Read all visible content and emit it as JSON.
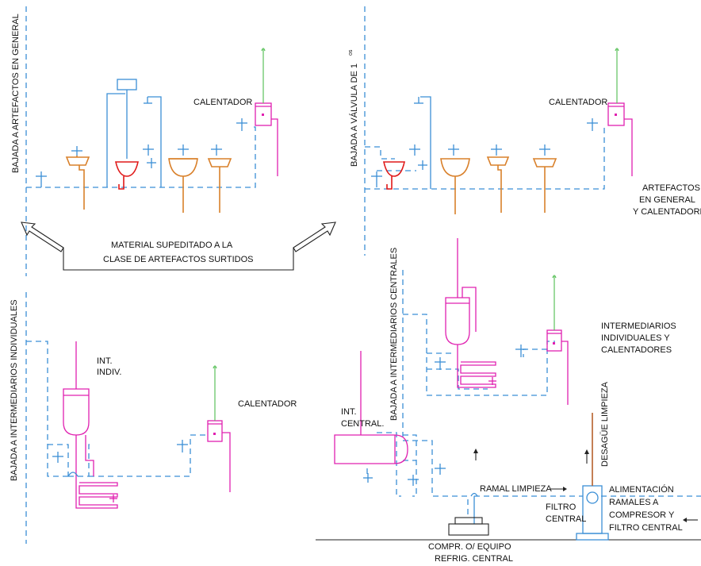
{
  "labels": {
    "bajada_artefactos_general": "BAJADA A ARTEFACTOS EN GENERAL",
    "bajada_valvula": "BAJADA A VÁLVULA DE 1",
    "bajada_valvula_sup": "os",
    "calentador_1": "CALENTADOR",
    "calentador_2": "CALENTADOR",
    "calentador_3": "CALENTADOR",
    "artefactos_line1": "ARTEFACTOS",
    "artefactos_line2": "EN GENERAL",
    "artefactos_line3": "Y CALENTADORES",
    "material_line1": "MATERIAL SUPEDITADO A LA",
    "material_line2": "CLASE DE ARTEFACTOS SURTIDOS",
    "bajada_intermediarios_individuales": "BAJADA A INTERMEDIARIOS INDIVIDUALES",
    "int_indiv_line1": "INT.",
    "int_indiv_line2": "INDIV.",
    "bajada_intermediarios_centrales": "BAJADA A INTERMEDIARIOS CENTRALES",
    "intermediarios_line1": "INTERMEDIARIOS",
    "intermediarios_line2": "INDIVIDUALES Y",
    "intermediarios_line3": "CALENTADORES",
    "int_central_line1": "INT.",
    "int_central_line2": "CENTRAL.",
    "desague_limpieza": "DESAGÜE LIMPIEZA",
    "ramal_limpieza": "RAMAL LIMPIEZA",
    "filtro_line1": "FILTRO",
    "filtro_line2": "CENTRAL",
    "alimentacion_line1": "ALIMENTACIÓN",
    "alimentacion_line2": "RAMALES A",
    "alimentacion_line3": "COMPRESOR Y",
    "alimentacion_line4": "FILTRO CENTRAL",
    "compr_line1": "COMPR. O/ EQUIPO",
    "compr_line2": "REFRIG. CENTRAL"
  },
  "colors": {
    "pipe_blue": "#3b8fd6",
    "pipe_magenta": "#e020b0",
    "pipe_orange": "#d9802a",
    "pipe_red": "#e01818",
    "pipe_green": "#5cc25c",
    "pipe_brown": "#b5602a"
  }
}
